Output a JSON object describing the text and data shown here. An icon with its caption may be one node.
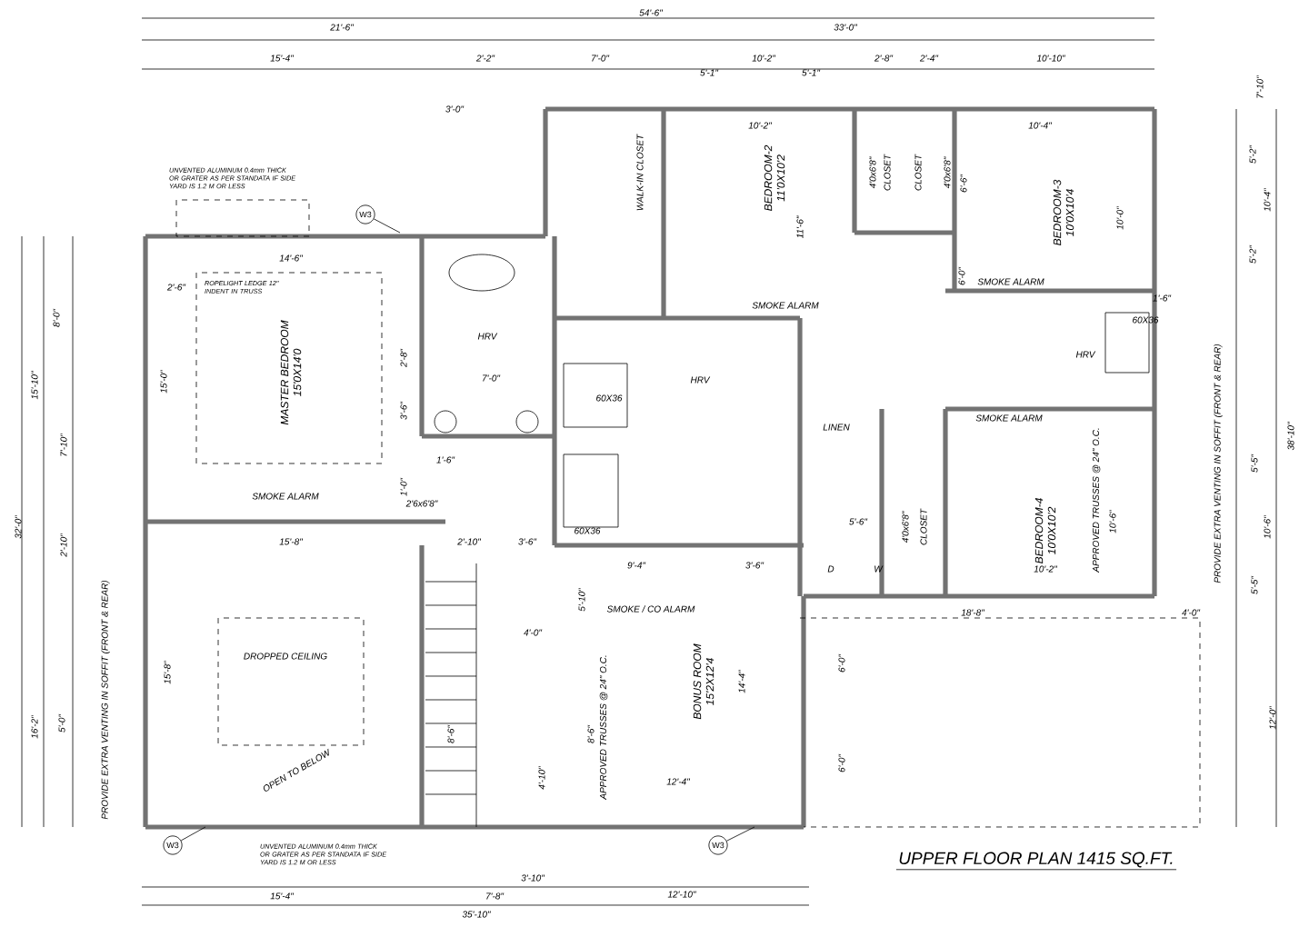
{
  "diagram": {
    "title": "UPPER FLOOR PLAN 1415 SQ.FT.",
    "nodes": [
      {
        "text": [
          "MASTER BEDROOM",
          "15'0X14'0"
        ]
      },
      {
        "text": [
          "BEDROOM-2",
          "11'0X10'2"
        ]
      },
      {
        "text": [
          "BEDROOM-3",
          "10'0X10'4"
        ]
      },
      {
        "text": [
          "BEDROOM-4",
          "10'0X10'2"
        ]
      },
      {
        "text": [
          "BONUS ROOM",
          "15'2X12'4"
        ]
      },
      {
        "text": [
          "WALK-IN CLOSET"
        ]
      },
      {
        "text": [
          "CLOSET"
        ]
      },
      {
        "text": [
          "CLOSET"
        ]
      },
      {
        "text": [
          "CLOSET"
        ]
      },
      {
        "text": [
          "LINEN"
        ]
      },
      {
        "text": [
          "W3"
        ]
      },
      {
        "text": [
          "W3"
        ]
      },
      {
        "text": [
          "W3"
        ]
      }
    ],
    "edges": [
      {
        "from": 10,
        "to": null,
        "arrow": "none"
      },
      {
        "from": 11,
        "to": null,
        "arrow": "none"
      },
      {
        "from": 12,
        "to": null,
        "arrow": "none"
      }
    ],
    "labels": [
      "54'-6\"",
      "21'-6\"",
      "33'-0\"",
      "15'-4\"",
      "2'-2\"",
      "7'-0\"",
      "10'-2\"",
      "2'-8\"",
      "2'-4\"",
      "10'-10\"",
      "5'-1\"",
      "5'-1\"",
      "3'-0\"",
      "7'-10\"",
      "UNVENTED ALUMINUM 0.4mm THICK OR GRATER AS PER STANDATA IF SIDE YARD IS 1.2 M OR LESS",
      "10'-2\"",
      "10'-4\"",
      "5'-2\"",
      "10'-4\"",
      "5'-2\"",
      "14'-6\"",
      "2'-6\"",
      "ROPELIGHT LEDGE 12\" INDENT IN TRUSS",
      "11'-6\"",
      "10'-0\"",
      "6'-6\"",
      "SMOKE ALARM",
      "SMOKE ALARM",
      "8'-0\"",
      "15'-10\"",
      "15'-0\"",
      "7'-10\"",
      "32'-0\"",
      "HRV",
      "HRV",
      "HRV",
      "60X36",
      "60X36",
      "60X36",
      "7'-0\"",
      "2'-8\"",
      "3'-6\"",
      "1'-6\"",
      "1'-0\"",
      "2'6x6'8\"",
      "SMOKE ALARM",
      "4'0x6'8\"",
      "4'0x6'8\"",
      "4'0x6'8\"",
      "6'-0\"",
      "1'-6\"",
      "2'-10\"",
      "15'-8\"",
      "2'-10\"",
      "3'-6\"",
      "9'-4\"",
      "3'-6\"",
      "5'-6\"",
      "SMOKE / CO ALARM",
      "SMOKE ALARM",
      "APPROVED TRUSSES @ 24\" O.C.",
      "10'-6\"",
      "PROVIDE EXTRA VENTING IN SOFFIT (FRONT & REAR)",
      "5'-5\"",
      "10'-6\"",
      "5'-5\"",
      "38'-10\"",
      "10'-2\"",
      "18'-8\"",
      "4'-0\"",
      "D",
      "W",
      "16'-2\"",
      "5'-0\"",
      "15'-8\"",
      "PROVIDE EXTRA VENTING IN SOFFIT (FRONT & REAR)",
      "DROPPED CEILING",
      "OPEN TO BELOW",
      "4'-0\"",
      "5'-10\"",
      "8'-6\"",
      "4'-10\"",
      "8'-6\"",
      "APPROVED TRUSSES @ 24\" O.C.",
      "14'-4\"",
      "12'-4\"",
      "6'-0\"",
      "6'-0\"",
      "12'-0\"",
      "UNVENTED ALUMINUM 0.4mm THICK OR GRATER AS PER STANDATA IF SIDE YARD IS 1.2 M OR LESS",
      "3'-10\"",
      "15'-4\"",
      "7'-8\"",
      "12'-10\"",
      "35'-10\""
    ]
  }
}
